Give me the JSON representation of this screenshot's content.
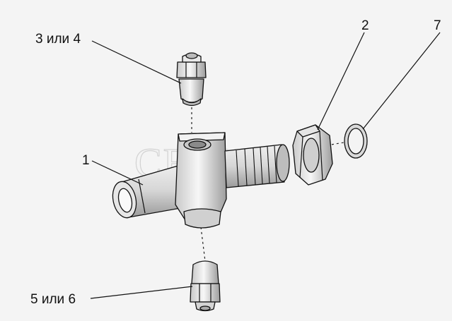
{
  "diagram": {
    "watermark": "СЕЛМ",
    "callouts": [
      {
        "id": "c-3-4",
        "text": "3 или 4"
      },
      {
        "id": "c-2",
        "text": "2"
      },
      {
        "id": "c-7",
        "text": "7"
      },
      {
        "id": "c-1",
        "text": "1"
      },
      {
        "id": "c-5-6",
        "text": "5 или 6"
      }
    ]
  }
}
